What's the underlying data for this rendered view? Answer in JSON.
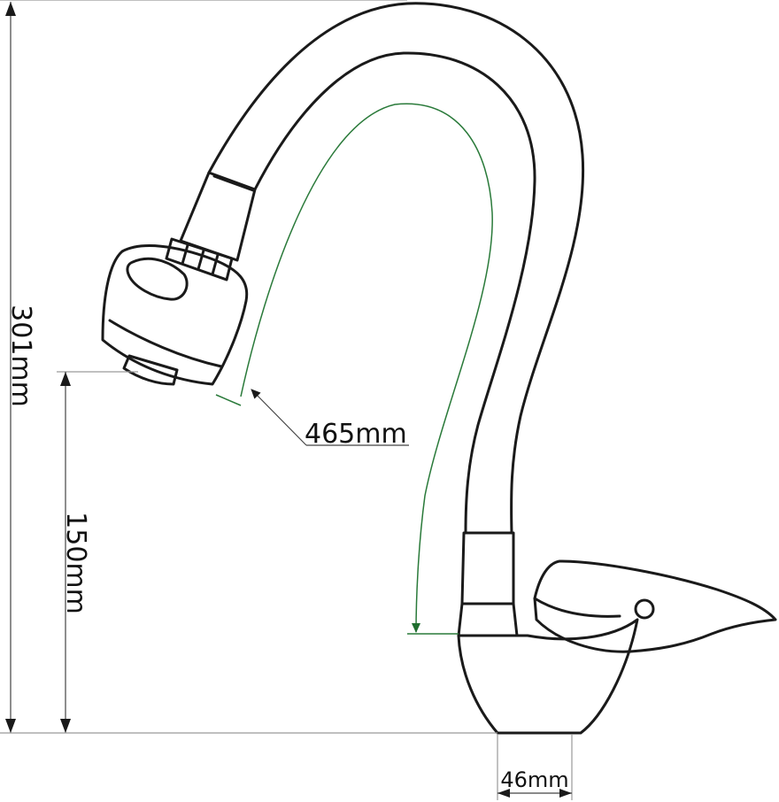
{
  "dimensions": {
    "total_height": "301mm",
    "spout_height": "150mm",
    "hose_length": "465mm",
    "base_diameter": "46mm"
  },
  "colors": {
    "outline": "#1a1a1a",
    "dimension_line": "#444444",
    "hose_guide": "#2a7a3a"
  }
}
